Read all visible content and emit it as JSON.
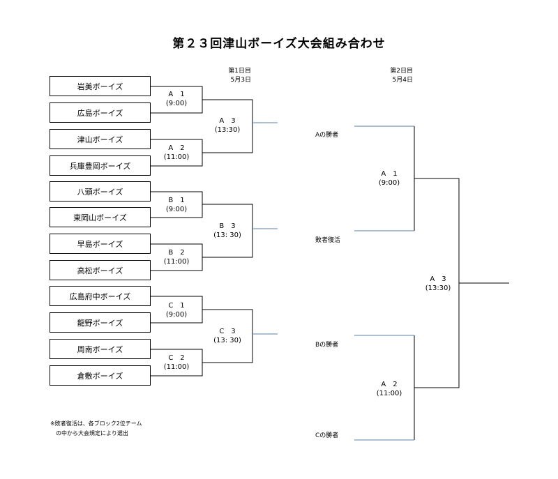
{
  "title": "第２３回津山ボーイズ大会組み合わせ",
  "days": [
    {
      "label": "第1日目",
      "date": "5月3日"
    },
    {
      "label": "第2日目",
      "date": "5月4日"
    }
  ],
  "teams": [
    "岩美ボーイズ",
    "広島ボーイズ",
    "津山ボーイズ",
    "兵庫豊岡ボーイズ",
    "八頭ボーイズ",
    "東岡山ボーイズ",
    "早島ボーイズ",
    "高松ボーイズ",
    "広島府中ボーイズ",
    "龍野ボーイズ",
    "周南ボーイズ",
    "倉敷ボーイズ"
  ],
  "day1_matches": [
    {
      "name": "A　1",
      "time": "(9:00)"
    },
    {
      "name": "A　2",
      "time": "(11:00)"
    },
    {
      "name": "A　3",
      "time": "(13:30)"
    },
    {
      "name": "B　1",
      "time": "(9:00)"
    },
    {
      "name": "B　2",
      "time": "(11:00)"
    },
    {
      "name": "B　3",
      "time": "(13: 30)"
    },
    {
      "name": "C　1",
      "time": "(9:00)"
    },
    {
      "name": "C　2",
      "time": "(11:00)"
    },
    {
      "name": "C　3",
      "time": "(13: 30)"
    }
  ],
  "day2_entries": [
    "Aの勝者",
    "敗者復活",
    "Bの勝者",
    "Cの勝者"
  ],
  "day2_matches": [
    {
      "name": "A　1",
      "time": "(9:00)"
    },
    {
      "name": "A　2",
      "time": "(11:00)"
    },
    {
      "name": "A　3",
      "time": "(13:30)"
    }
  ],
  "note": [
    "※敗者復活は、各ブロック2位チーム",
    "の中から大会規定により選出"
  ],
  "colors": {
    "line": "#000000",
    "connector": "#5b7fa6"
  }
}
